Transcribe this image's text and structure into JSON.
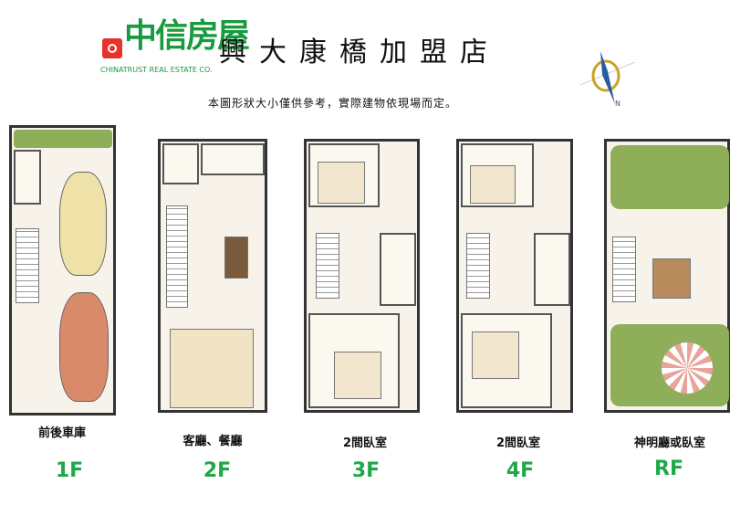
{
  "logo": {
    "name": "中信房屋",
    "subtitle": "CHINATRUST REAL ESTATE CO."
  },
  "title": "興大康橋加盟店",
  "note": "本圖形狀大小僅供參考，實際建物依現場而定。",
  "compass": {
    "north_label": "N"
  },
  "floors": [
    {
      "level": "1F",
      "label": "前後車庫"
    },
    {
      "level": "2F",
      "label": "客廳、餐廳"
    },
    {
      "level": "3F",
      "label": "2間臥室"
    },
    {
      "level": "4F",
      "label": "2間臥室"
    },
    {
      "level": "RF",
      "label": "神明廳或臥室"
    }
  ],
  "colors": {
    "brand_green": "#1a9a3e",
    "floor_label_green": "#1fa84a",
    "brand_red": "#e8322c"
  }
}
